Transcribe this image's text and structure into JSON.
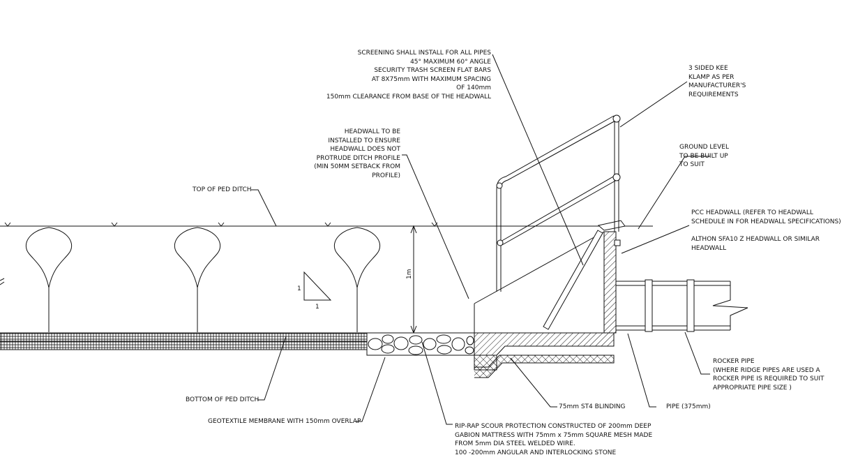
{
  "notes": {
    "screening": [
      "SCREENING SHALL  INSTALL FOR ALL PIPES",
      "45° MAXIMUM 60° ANGLE",
      "SECURITY TRASH SCREEN FLAT BARS",
      "AT 8X75mm WITH MAXIMUM SPACING",
      "OF 140mm",
      "150mm CLEARANCE FROM BASE OF THE HEADWALL"
    ],
    "kee_klamp": [
      "3 SIDED KEE",
      "KLAMP AS PER",
      "MANUFACTURER'S",
      "REQUIREMENTS"
    ],
    "headwall_install": [
      "HEADWALL TO BE",
      "INSTALLED TO ENSURE",
      "HEADWALL DOES NOT",
      "PROTRUDE DITCH PROFILE",
      "(MIN 50MM SETBACK FROM",
      "PROFILE)"
    ],
    "ground_level": [
      "GROUND LEVEL",
      "TO BE BUILT UP",
      "TO SUIT"
    ],
    "top_of_ditch": "TOP OF PED DITCH",
    "pcc_headwall": [
      "PCC HEADWALL (REFER TO HEADWALL",
      "SCHEDULE IN FOR HEADWALL SPECIFICATIONS)"
    ],
    "althon": [
      "ALTHON SFA10 Z  HEADWALL OR SIMILAR",
      "HEADWALL"
    ],
    "depth": "1m",
    "slope_rise": "1",
    "slope_run": "1",
    "rocker_pipe": [
      "ROCKER PIPE",
      "(WHERE RIDGE PIPES ARE USED A",
      "ROCKER PIPE IS REQUIRED TO SUIT",
      "APPROPRIATE PIPE SIZE )"
    ],
    "bottom_of_ditch": "BOTTOM OF PED DITCH",
    "blinding": "75mm ST4  BLINDING",
    "pipe": "PIPE (375mm)",
    "geotextile": "GEOTEXTILE MEMBRANE WITH 150mm OVERLAP",
    "riprap": [
      "RIP-RAP SCOUR PROTECTION CONSTRUCTED OF 200mm DEEP",
      "GABION MATTRESS WITH 75mm x 75mm SQUARE MESH MADE",
      "FROM 5mm DIA STEEL WELDED WIRE.",
      "100 -200mm ANGULAR AND INTERLOCKING STONE"
    ]
  },
  "colors": {
    "line": "#111111",
    "paper": "#ffffff"
  }
}
